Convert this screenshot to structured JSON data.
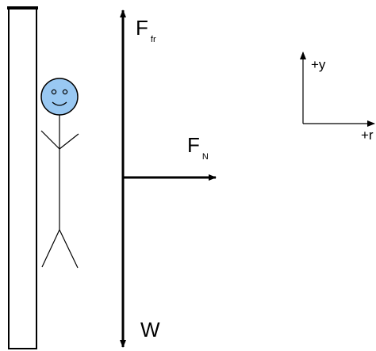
{
  "diagram": {
    "labels": {
      "friction_main": "F",
      "friction_sub": "fr",
      "normal_main": "F",
      "normal_sub": "N",
      "weight": "W",
      "axis_y": "+y",
      "axis_x": "+r"
    },
    "colors": {
      "stroke": "#000000",
      "head_fill": "#99c8f2",
      "background": "#ffffff"
    }
  }
}
